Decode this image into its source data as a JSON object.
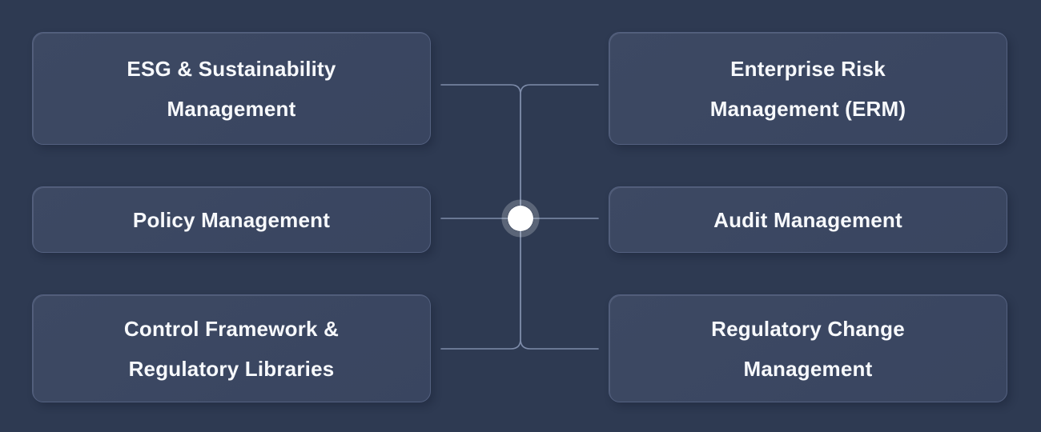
{
  "page": {
    "background_color": "#2e3a52"
  },
  "diagram": {
    "type": "hub-and-spoke feature map",
    "connector_color": "#7e8caa",
    "hub_node_color": "#ffffff",
    "hub_halo_color": "rgba(255,255,255,0.22)",
    "card_fill_color": "#3b4760",
    "card_border_color": "#546180",
    "card_text_color": "#f7f9fc",
    "left_column": [
      {
        "label": "ESG & Sustainability Management"
      },
      {
        "label": "Policy Management"
      },
      {
        "label": "Control Framework & Regulatory Libraries"
      }
    ],
    "right_column": [
      {
        "label": "Enterprise Risk Management (ERM)"
      },
      {
        "label": "Audit Management"
      },
      {
        "label": "Regulatory Change Management"
      }
    ]
  }
}
